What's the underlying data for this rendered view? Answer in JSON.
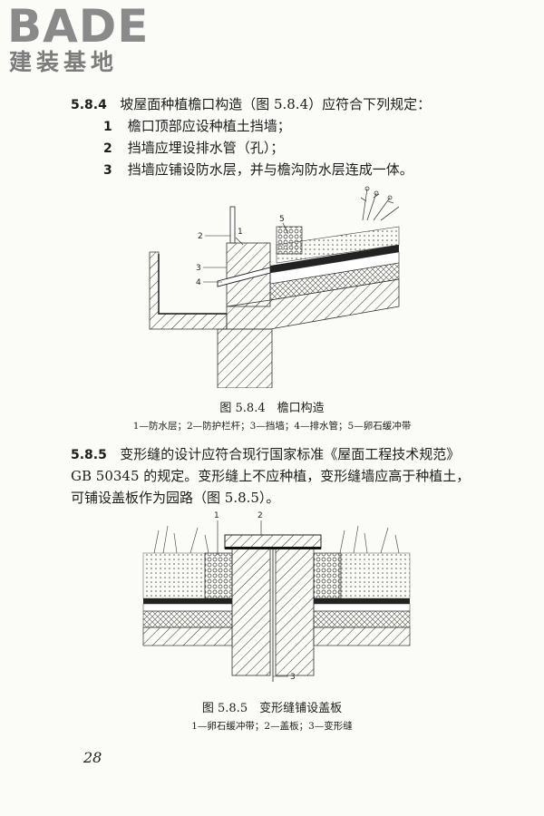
{
  "logo": {
    "text_en": "BADE",
    "text_cn": "建装基地"
  },
  "s584": {
    "no": "5.8.4",
    "text": "坡屋面种植檐口构造（图 5.8.4）应符合下列规定：",
    "items": [
      {
        "no": "1",
        "text": "檐口顶部应设种植土挡墙；"
      },
      {
        "no": "2",
        "text": "挡墙应埋设排水管（孔）；"
      },
      {
        "no": "3",
        "text": "挡墙应铺设防水层，并与檐沟防水层连成一体。"
      }
    ]
  },
  "fig584": {
    "labels": [
      "1",
      "2",
      "3",
      "4",
      "5"
    ],
    "caption": "图 5.8.4　檐口构造",
    "legend": "1—防水层；2—防护栏杆；3—挡墙；4—排水管；5—卵石缓冲带"
  },
  "s585": {
    "no": "5.8.5",
    "line1": "变形缝的设计应符合现行国家标准《屋面工程技术规范》",
    "line2": "GB 50345 的规定。变形缝上不应种植，变形缝墙应高于种植土，",
    "line3": "可铺设盖板作为园路（图 5.8.5）。"
  },
  "fig585": {
    "labels": [
      "1",
      "2",
      "3"
    ],
    "caption": "图 5.8.5　变形缝铺设盖板",
    "legend": "1—卵石缓冲带；2—盖板；3—变形缝"
  },
  "page_number": "28"
}
